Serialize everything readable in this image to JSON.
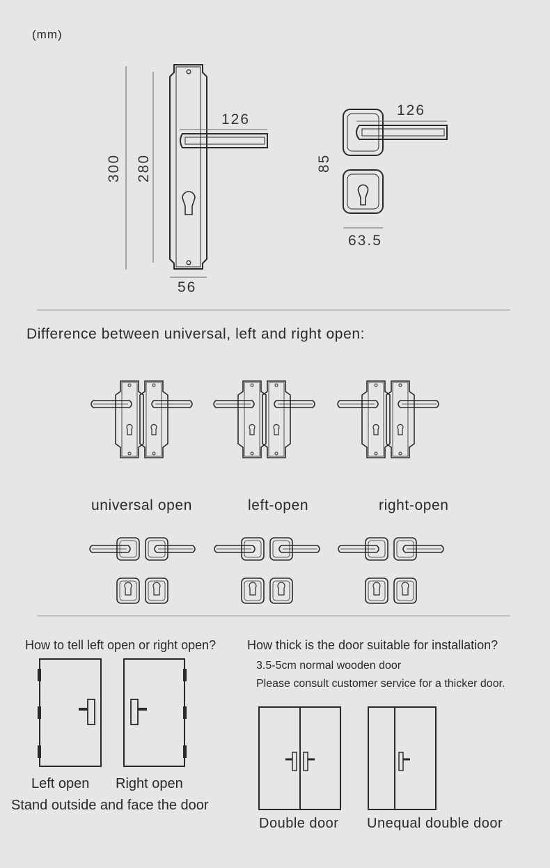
{
  "unit_label": "(mm)",
  "dimensions": {
    "total_height": "300",
    "hole_spacing": "280",
    "handle_length": "126",
    "plate_width": "56",
    "rosette_handle_length": "126",
    "rosette_height": "85",
    "rosette_width": "63.5"
  },
  "section_open_types": {
    "heading": "Difference between universal, left and right open:",
    "labels": [
      "universal open",
      "left-open",
      "right-open"
    ]
  },
  "section_tell": {
    "heading": "How to tell left open or right open?",
    "left_label": "Left open",
    "right_label": "Right open",
    "note": "Stand outside and face the door"
  },
  "section_thickness": {
    "heading": "How thick is the door suitable for installation?",
    "line1": "3.5-5cm normal wooden door",
    "line2": "Please consult customer service for a thicker door.",
    "double_label": "Double door",
    "unequal_label": "Unequal double door"
  },
  "colors": {
    "background": "#e6e6e6",
    "line": "#2a2a2a"
  }
}
